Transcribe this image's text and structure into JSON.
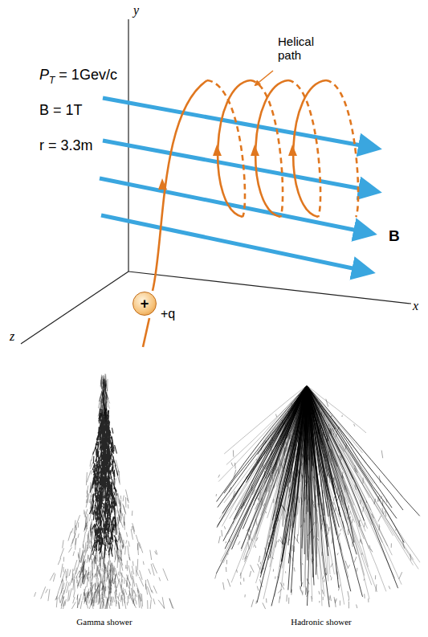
{
  "diagram": {
    "nodes": [
      {
        "text": [
          "+"
        ]
      }
    ],
    "labels": [
      "y",
      "x",
      "z",
      "Helical path",
      "B",
      "+q",
      "P",
      "T",
      "= 1Gev/c",
      "B = 1T",
      "r = 3.3m",
      "Gamma shower",
      "Hadronic shower"
    ]
  }
}
